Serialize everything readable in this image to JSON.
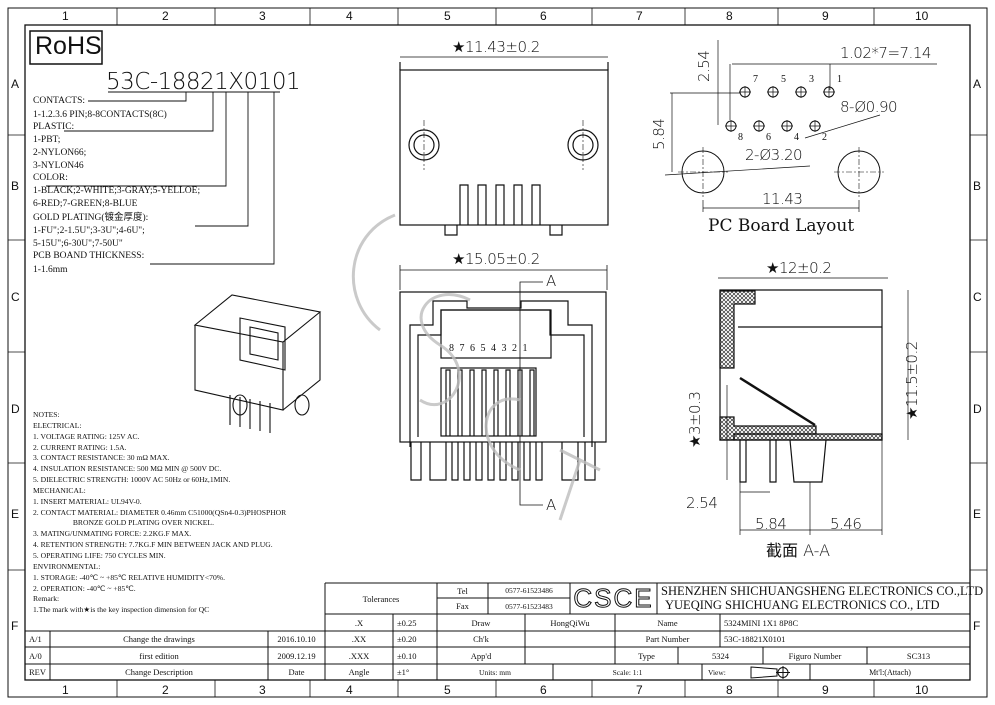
{
  "grid": {
    "columns": [
      "1",
      "2",
      "3",
      "4",
      "5",
      "6",
      "7",
      "8",
      "9",
      "10"
    ],
    "rows": [
      "A",
      "B",
      "C",
      "D",
      "E",
      "F"
    ]
  },
  "rohs": "RoHS",
  "part_code": "53C-18821X0101",
  "ordering": {
    "lines": [
      "CONTACTS:",
      "1-1.2.3.6 PIN;8-8CONTACTS(8C)",
      "PLASTIC:",
      "1-PBT;",
      "2-NYLON66;",
      "3-NYLON46",
      "COLOR:",
      "1-BLACK;2-WHITE;3-GRAY;5-YELLOE;",
      "6-RED;7-GREEN;8-BLUE",
      "GOLD PLATING(镀金厚度):",
      "1-FU\";2-1.5U\";3-3U\";4-6U\";",
      "5-15U\";6-30U\";7-50U\"",
      "PCB BOAND THICKNESS:",
      "1-1.6mm"
    ]
  },
  "notes": {
    "lines": [
      "NOTES:",
      "ELECTRICAL:",
      "1. VOLTAGE RATING: 125V AC.",
      "2. CURRENT RATING: 1.5A.",
      "3. CONTACT RESISTANCE: 30 mΩ MAX.",
      "4. INSULATION RESISTANCE: 500 MΩ MIN @ 500V DC.",
      "5. DIELECTRIC STRENGTH: 1000V AC 50Hz or 60Hz,1MIN.",
      "MECHANICAL:",
      "1. INSERT MATERIAL: UL94V-0.",
      "2. CONTACT MATERIAL: DIAMETER 0.46mm C51000(QSn4-0.3)PHOSPHOR",
      "                     BRONZE GOLD PLATING OVER NICKEL.",
      "3. MATING/UNMATING FORCE: 2.2KG.F MAX.",
      "4. RETENTION STRENGTH: 7.7KG.F MIN BETWEEN JACK AND PLUG.",
      "5. OPERATING LIFE: 750 CYCLES MIN.",
      "ENVIRONMENTAL:",
      "1. STORAGE: -40℃ ~ +85℃ RELATIVE HUMIDITY<70%.",
      "2. OPERATION: -40℃ ~ +85℃.",
      "Remark:",
      "1.The mark with★is the key inspection dimension for QC"
    ]
  },
  "top_view": {
    "width_dim": "★11.43±0.2"
  },
  "front_view": {
    "width_dim": "★15.05±0.2",
    "section_mark": "A",
    "pin_numbers": "8 7 6 5 4 3 2 1"
  },
  "pcb_layout": {
    "title": "PC Board Layout",
    "pitch_dim": "1.02*7=7.14",
    "row_dim": "2.54",
    "offset_dim": "5.84",
    "hole_dim": "8-Ø0.90",
    "post_dim": "2-Ø3.20",
    "post_spacing": "11.43",
    "pins_top": [
      "7",
      "5",
      "3",
      "1"
    ],
    "pins_bottom": [
      "8",
      "6",
      "4",
      "2"
    ]
  },
  "section_view": {
    "depth_dim": "★12±0.2",
    "height_dim": "★11.5±0.2",
    "pin_dim": "★3±0.3",
    "pitch_dim": "2.54",
    "dim_a": "5.84",
    "dim_b": "5.46",
    "title": "截面 A-A"
  },
  "watermark": "CSCE",
  "title_block": {
    "tolerances_label": "Tolerances",
    "tolerances": [
      {
        "key": ".X",
        "value": "±0.25"
      },
      {
        "key": ".XX",
        "value": "±0.20"
      },
      {
        "key": ".XXX",
        "value": "±0.10"
      },
      {
        "key": "Angle",
        "value": "±1°"
      }
    ],
    "revisions": [
      {
        "rev": "A/1",
        "desc": "Change the drawings",
        "date": "2016.10.10"
      },
      {
        "rev": "A/0",
        "desc": "first edition",
        "date": "2009.12.19"
      }
    ],
    "rev_header": {
      "rev": "REV",
      "desc": "Change Description",
      "date": "Date"
    },
    "tel_label": "Tel",
    "tel": "0577-61523486",
    "fax_label": "Fax",
    "fax": "0577-61523483",
    "logo": "CSCE",
    "company_1": "SHENZHEN SHICHUANGSHENG ELECTRONICS CO.,LTD",
    "company_2": "YUEQING SHICHUANG ELECTRONICS CO., LTD",
    "draw_label": "Draw",
    "draw_value": "HongQiWu",
    "chk_label": "Ch'k",
    "appd_label": "App'd",
    "name_label": "Name",
    "name_value": "5324MINI 1X1 8P8C",
    "part_label": "Part Number",
    "part_value": "53C-18821X0101",
    "type_label": "Type",
    "type_value": "5324",
    "figure_label": "Figuro Number",
    "figure_value": "SC313",
    "units": "Units: mm",
    "scale": "Scale: 1:1",
    "view": "View:",
    "material": "Mt'l:(Attach)"
  }
}
